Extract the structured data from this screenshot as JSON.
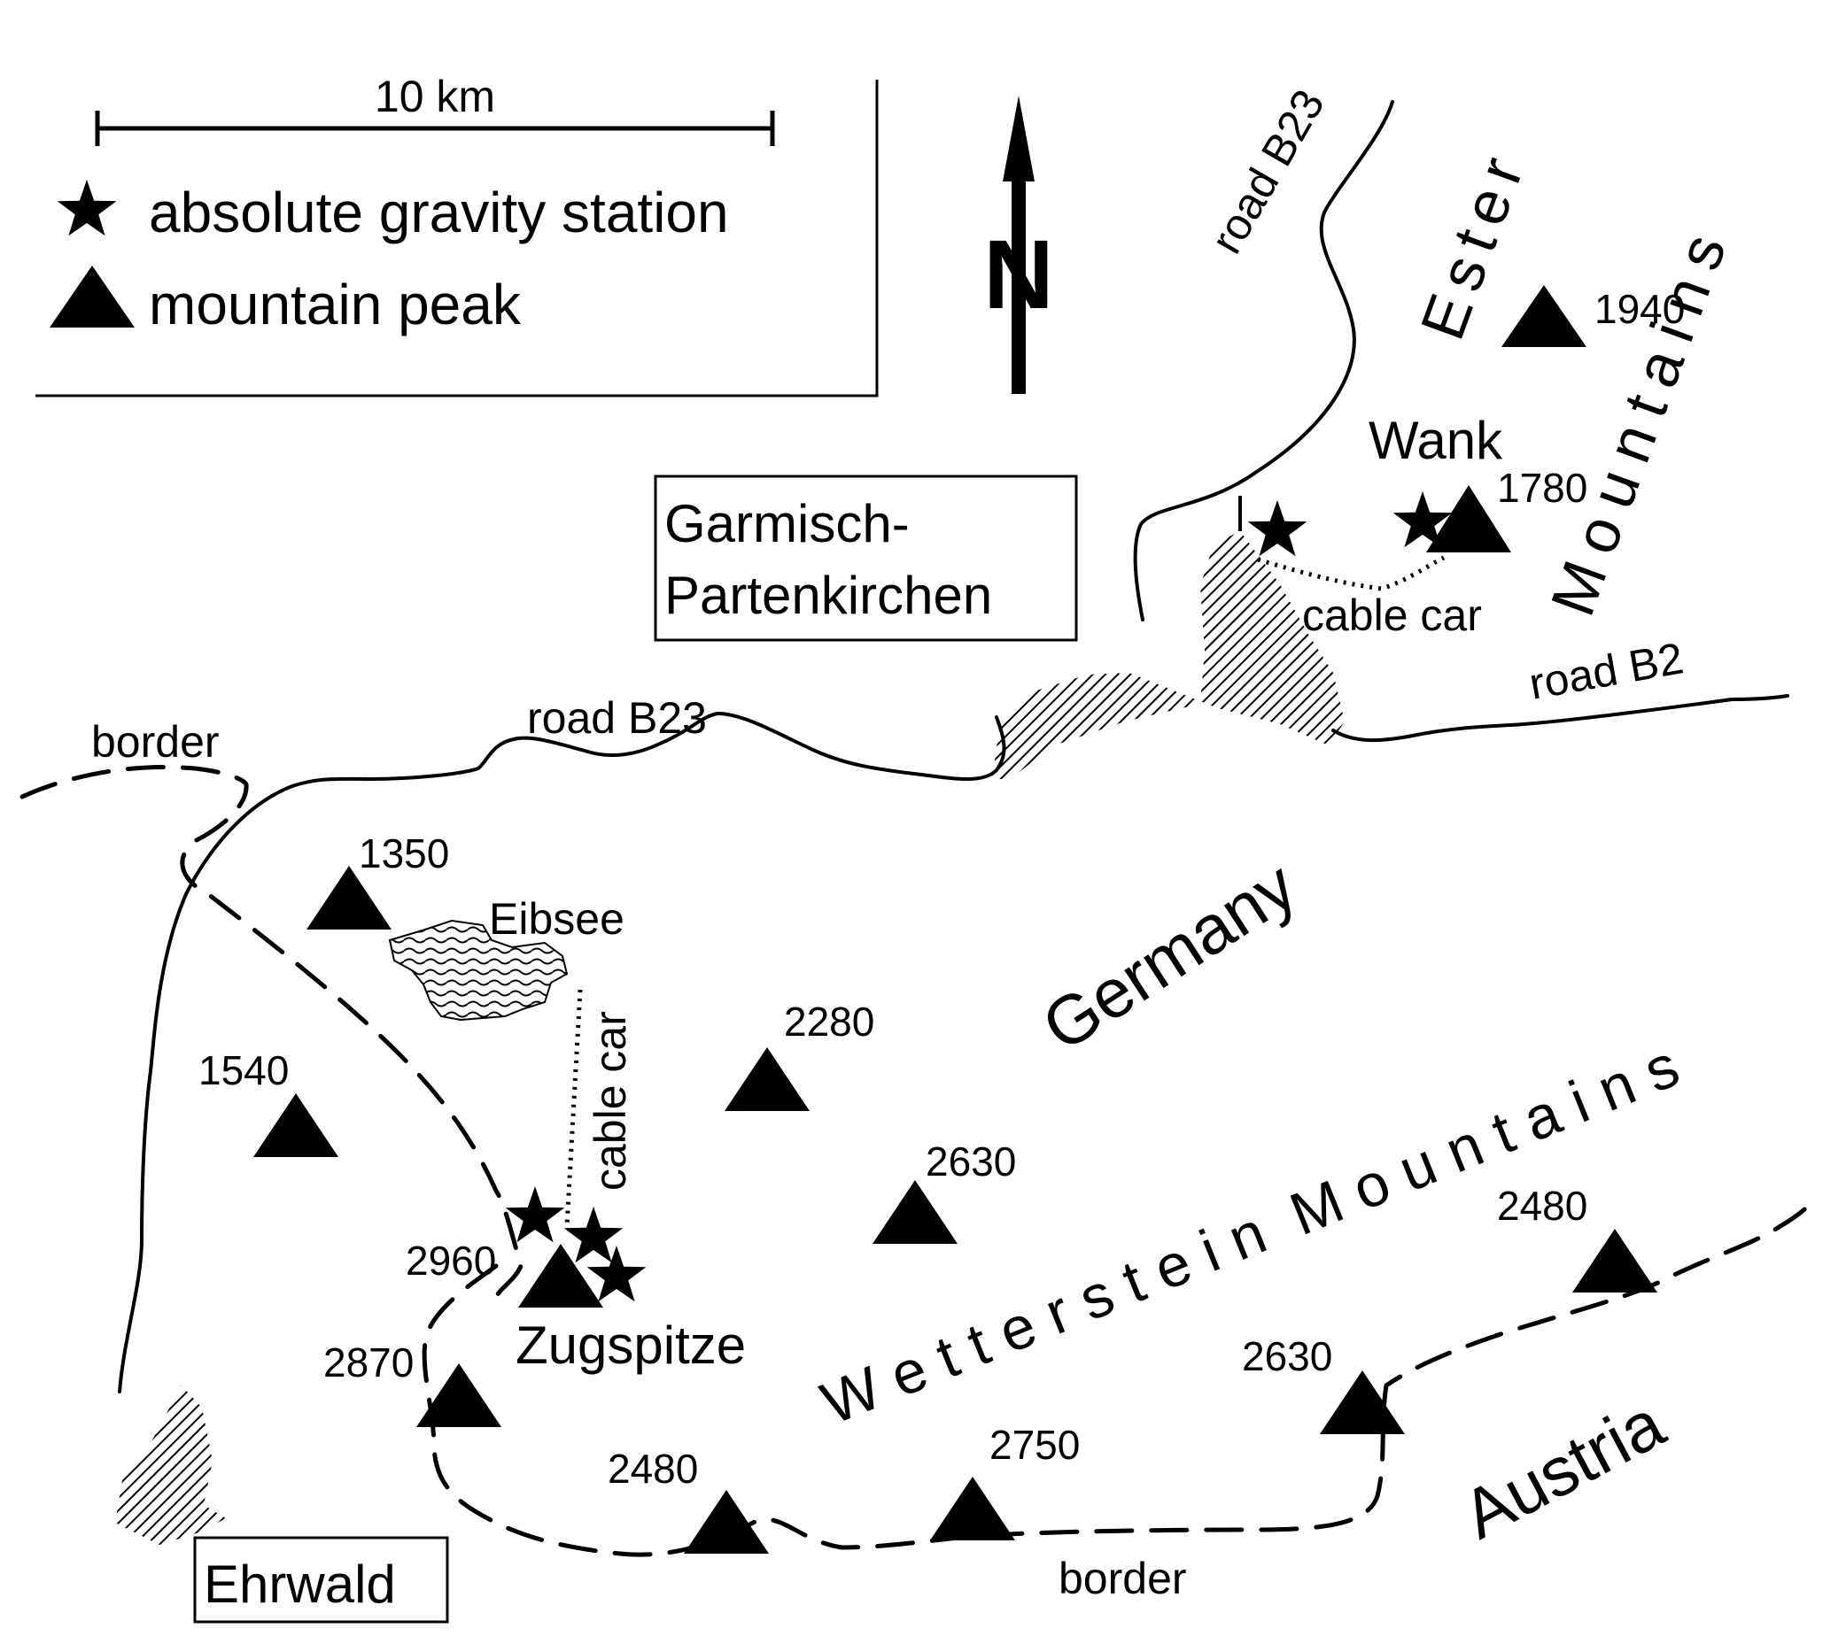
{
  "legend": {
    "scale_label": "10 km",
    "station_label": "absolute gravity station",
    "peak_label": "mountain peak"
  },
  "north_label": "N",
  "places": {
    "garmisch": [
      "Garmisch-",
      "Partenkirchen"
    ],
    "ehrwald": "Ehrwald",
    "wank": "Wank",
    "zugspitze": "Zugspitze",
    "eibsee": "Eibsee"
  },
  "regions": {
    "ester": "Ester",
    "ester_mountains": "Mountains",
    "wetterstein": "W e t t e r s t e i n  M o u n t a i n s",
    "germany": "Germany",
    "austria": "Austria"
  },
  "lines": {
    "road_b23_north": "road B23",
    "road_b23_west": "road B23",
    "road_b2": "road B2",
    "cable_car_east": "cable car",
    "cable_car_west": "cable car",
    "border_nw": "border",
    "border_south": "border"
  },
  "peaks": [
    {
      "id": "p1940",
      "elevation": "1940"
    },
    {
      "id": "p1780",
      "elevation": "1780"
    },
    {
      "id": "p1350",
      "elevation": "1350"
    },
    {
      "id": "p1540",
      "elevation": "1540"
    },
    {
      "id": "p2280",
      "elevation": "2280"
    },
    {
      "id": "p2630a",
      "elevation": "2630"
    },
    {
      "id": "p2960",
      "elevation": "2960"
    },
    {
      "id": "p2870",
      "elevation": "2870"
    },
    {
      "id": "p2480a",
      "elevation": "2480"
    },
    {
      "id": "p2750",
      "elevation": "2750"
    },
    {
      "id": "p2630b",
      "elevation": "2630"
    },
    {
      "id": "p2480b",
      "elevation": "2480"
    }
  ]
}
